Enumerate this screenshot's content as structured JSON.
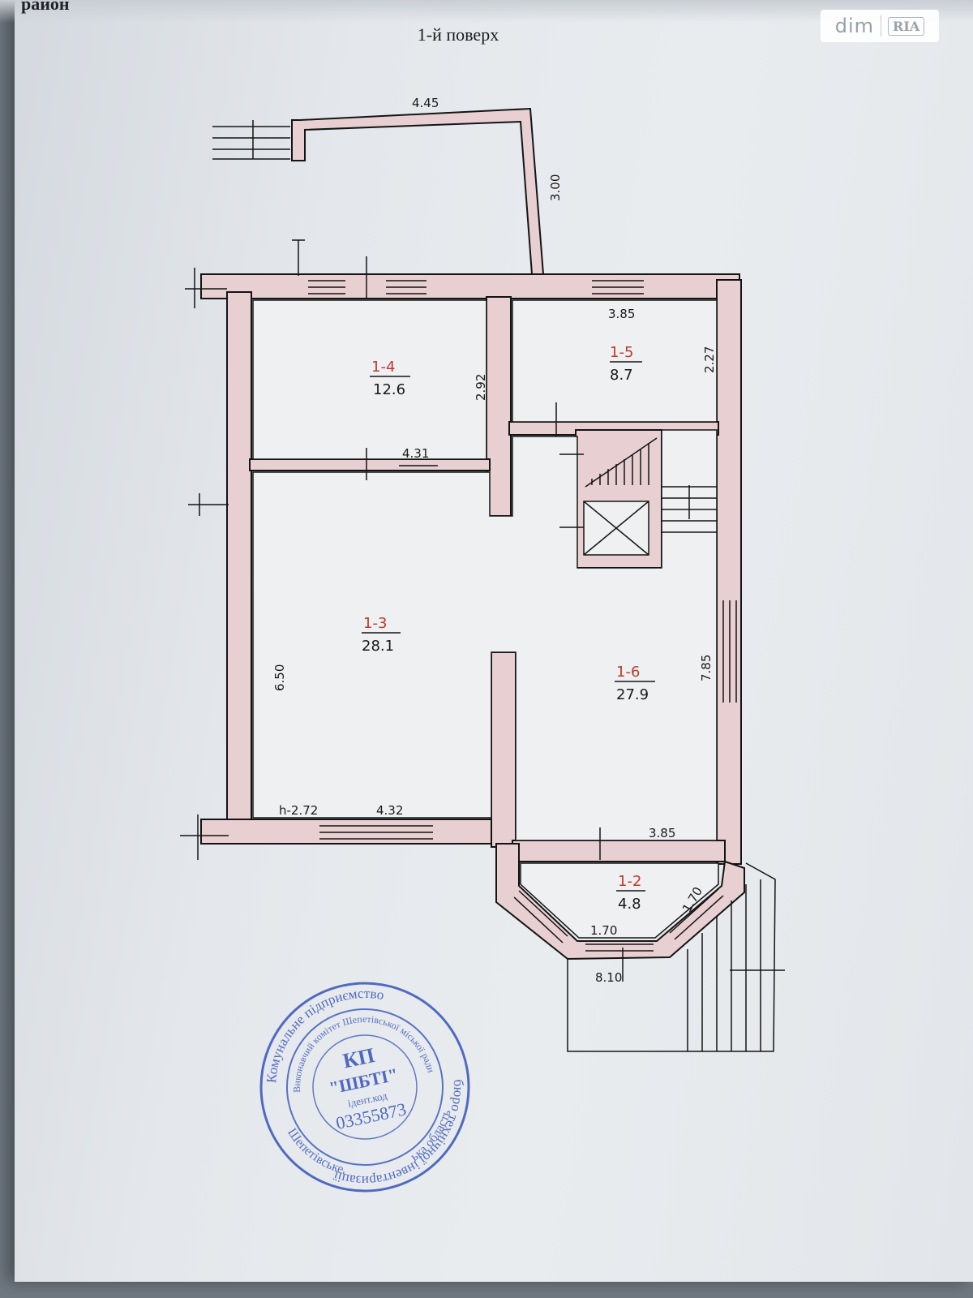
{
  "header": {
    "corner_text": "район",
    "floor_title": "1-й поверх"
  },
  "watermark": {
    "brand_left": "dim",
    "brand_right": "RIA"
  },
  "dimensions": {
    "porch_width": "4.45",
    "porch_depth": "3.00",
    "room_1_5_width": "3.85",
    "room_1_5_depth": "2.27",
    "room_1_4_depth": "2.92",
    "room_1_4_width": "4.31",
    "left_wall": "6.50",
    "right_wall": "7.85",
    "room_1_3_width": "4.32",
    "room_1_6_width": "3.85",
    "bay_side": "1.70",
    "bay_front": "1.70",
    "terrace": "8.10",
    "ceiling_height": "h-2.72"
  },
  "rooms": [
    {
      "id": "1-4",
      "area": "12.6"
    },
    {
      "id": "1-5",
      "area": "8.7"
    },
    {
      "id": "1-3",
      "area": "28.1"
    },
    {
      "id": "1-6",
      "area": "27.9"
    },
    {
      "id": "1-2",
      "area": "4.8"
    }
  ],
  "colors": {
    "wall_fill": "#e8cfd1",
    "line": "#141414",
    "room_id": "#c0392b",
    "stamp": "#3553b8"
  },
  "stamp": {
    "outer_ring_top": "Комунальне підприємство",
    "outer_ring_second": "бюро технічної інвентаризації",
    "inner_ring": "Виконавчий комітет Шепетівської міської ради",
    "bottom_ring": "Шепетівське",
    "region": "ька область",
    "center_short": "КП",
    "center_name": "\"ШБТІ\"",
    "code_label": "ідент.код",
    "code": "03355873"
  }
}
